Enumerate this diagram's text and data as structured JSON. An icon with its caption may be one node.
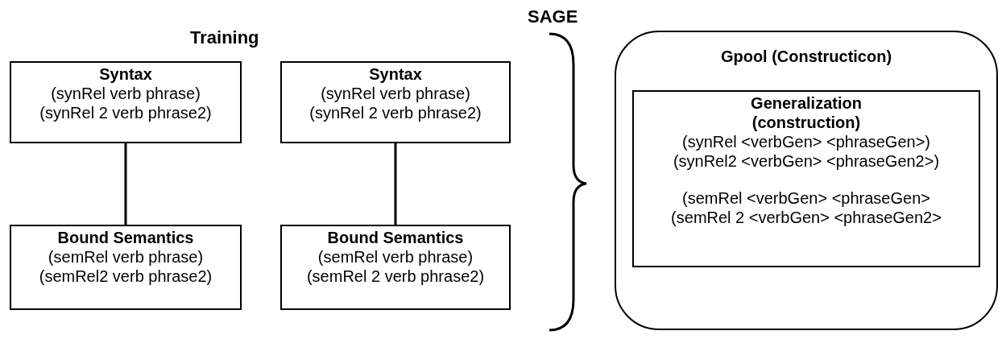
{
  "diagram": {
    "nodes": [
      {
        "text": [
          "Syntax",
          "(synRel verb phrase)",
          "(synRel 2 verb phrase2)"
        ]
      },
      {
        "text": [
          "Syntax",
          "(synRel verb phrase)",
          "(synRel 2 verb phrase2)"
        ]
      },
      {
        "text": [
          "Bound Semantics",
          "(semRel verb phrase)",
          "(semRel2 verb phrase2)"
        ]
      },
      {
        "text": [
          "Bound Semantics",
          "(semRel verb phrase)",
          "(semRel 2 verb phrase2)"
        ]
      },
      {
        "text": [
          "Gpool (Constructicon)"
        ]
      },
      {
        "text": [
          "Generalization (construction)",
          "(synRel <verbGen> <phraseGen>)",
          "(synRel2 <verbGen> <phraseGen2>)",
          "(semRel <verbGen> <phraseGen>",
          "(semRel 2 <verbGen> <phraseGen2>"
        ],
        "in": 4
      }
    ],
    "edges": [
      {
        "from": 0,
        "to": 2,
        "arrow": "none"
      },
      {
        "from": 1,
        "to": 3,
        "arrow": "none"
      }
    ],
    "labels": [
      "Training",
      "SAGE"
    ]
  }
}
